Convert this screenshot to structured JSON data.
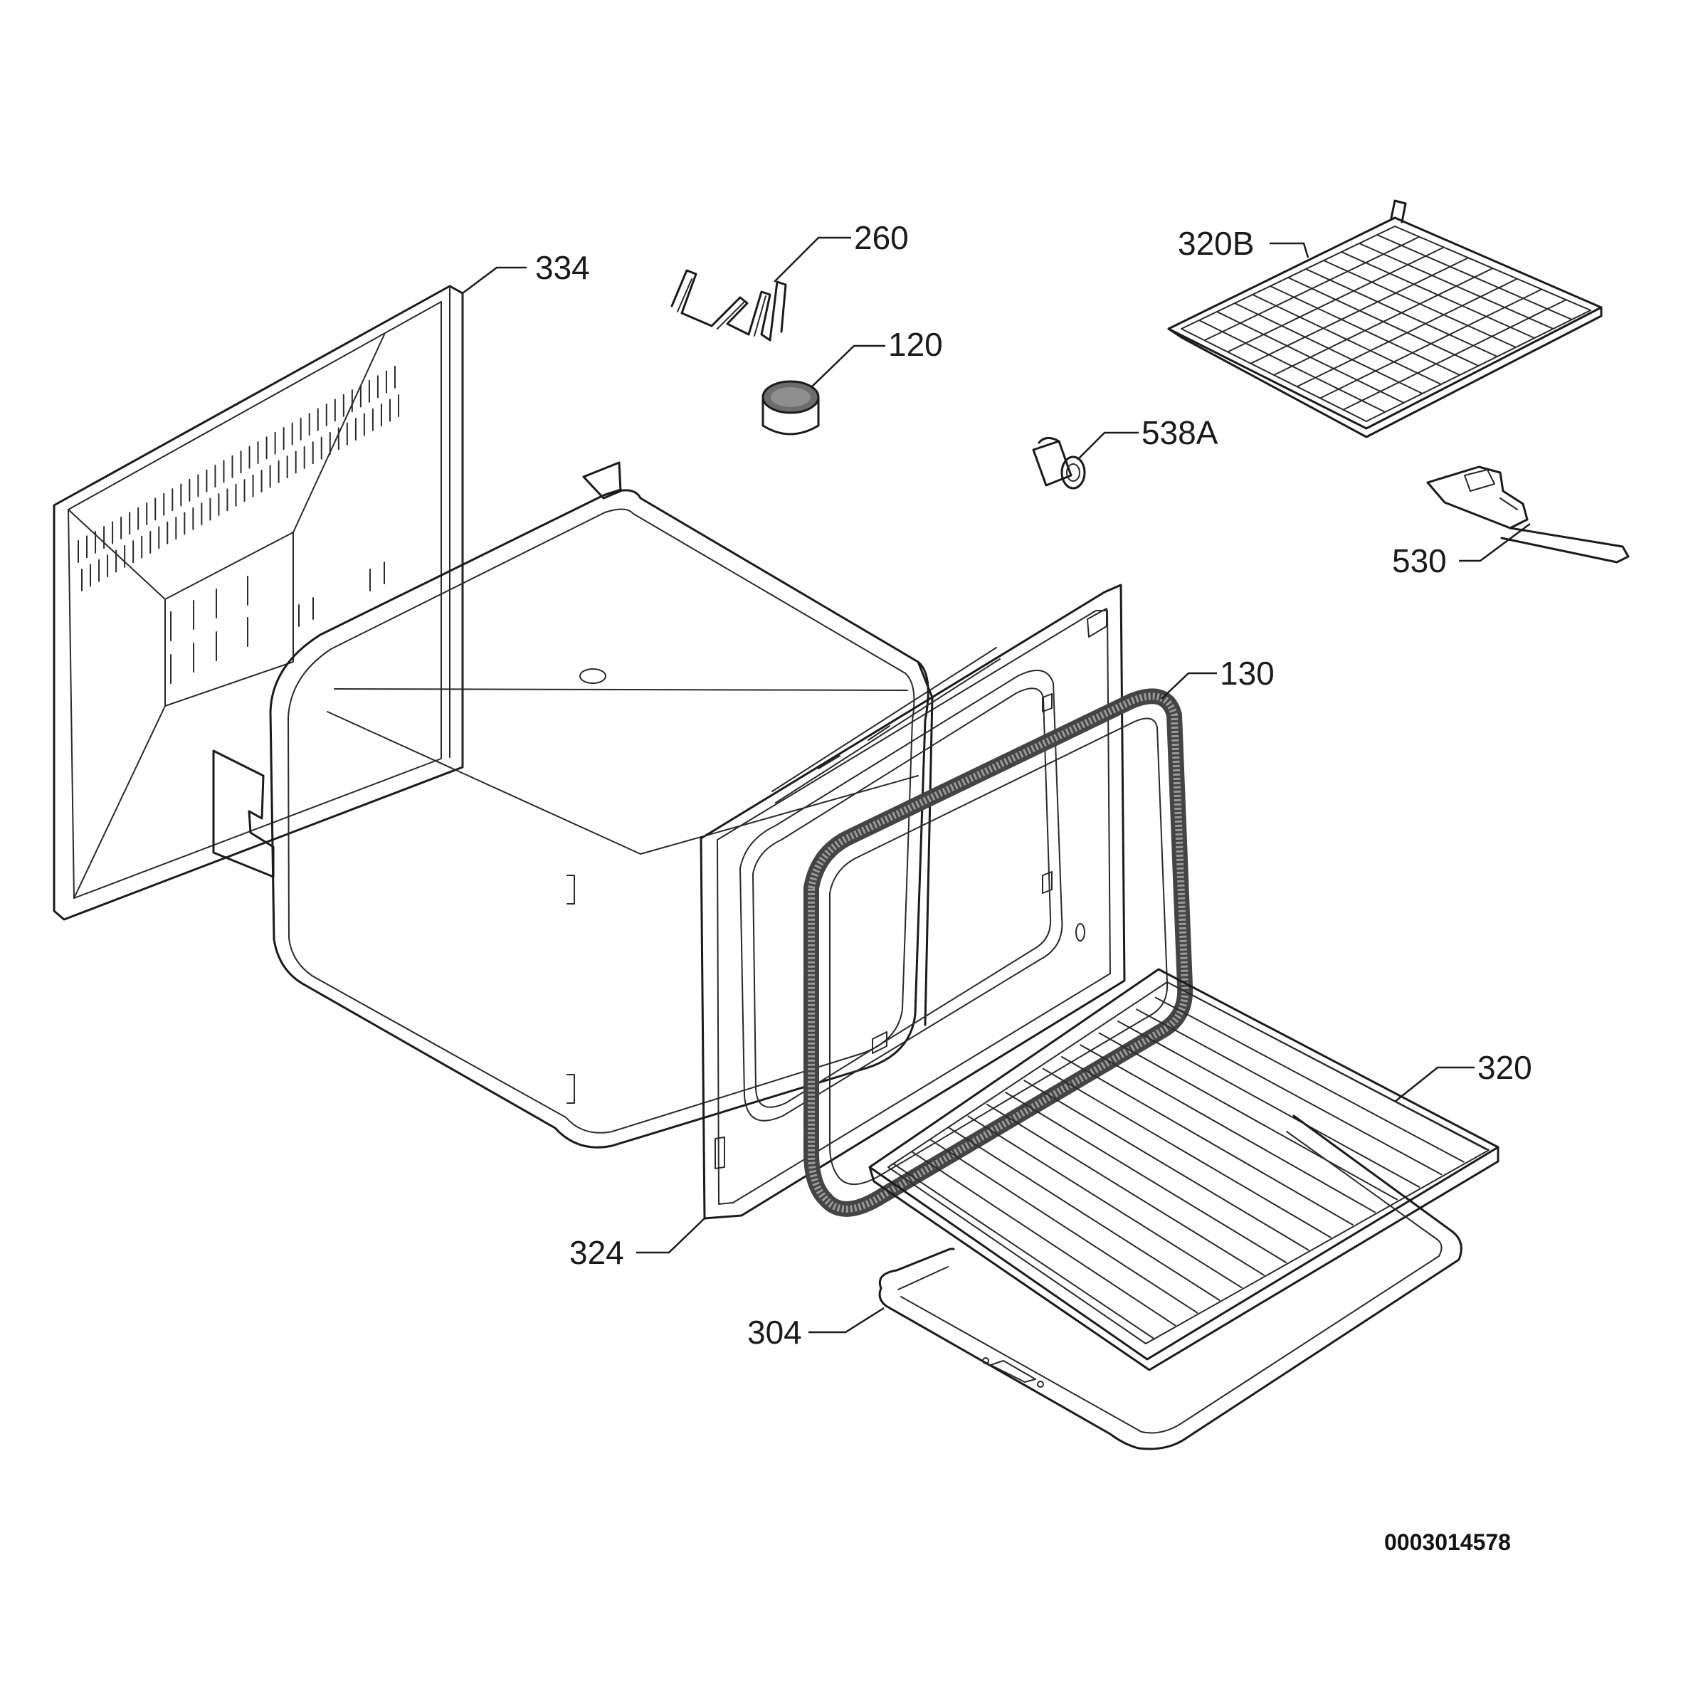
{
  "colors": {
    "ink": "#1b1b1b",
    "gasket": "#555555",
    "background": "#ffffff"
  },
  "labels": {
    "p334": "334",
    "p260": "260",
    "p120": "120",
    "p320b": "320B",
    "p538a": "538A",
    "p530": "530",
    "p130": "130",
    "p320": "320",
    "p324": "324",
    "p304": "304"
  },
  "document_id": "0003014578"
}
